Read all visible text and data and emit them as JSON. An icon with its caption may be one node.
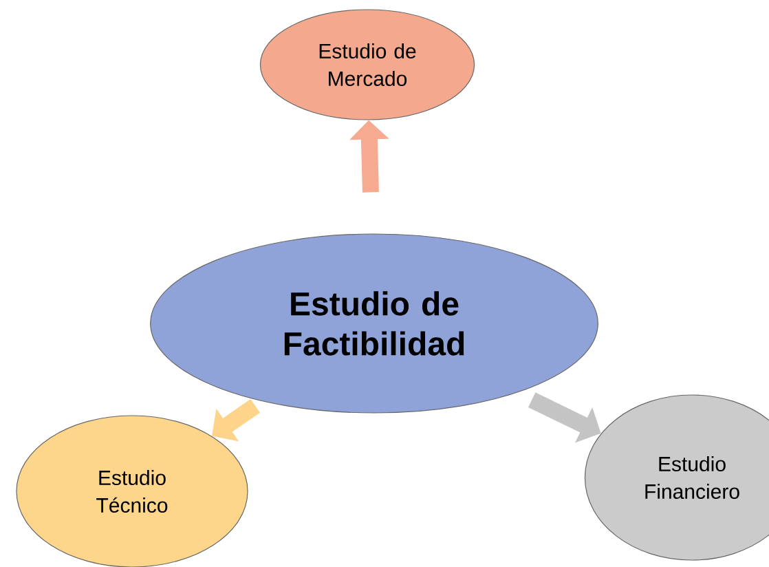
{
  "diagram": {
    "nodes": [
      {
        "text": [
          "Estudio de Factibilidad"
        ]
      },
      {
        "text": [
          "Estudio de Mercado"
        ]
      },
      {
        "text": [
          "Estudio Técnico"
        ]
      },
      {
        "text": [
          "Estudio Financiero"
        ]
      }
    ],
    "edges": [
      {
        "from": 0,
        "to": 1,
        "arrow": "to",
        "color": "#f6ab90"
      },
      {
        "from": 0,
        "to": 2,
        "arrow": "to",
        "color": "#fdd48a"
      },
      {
        "from": 0,
        "to": 3,
        "arrow": "to",
        "color": "#c4c4c4"
      }
    ]
  }
}
